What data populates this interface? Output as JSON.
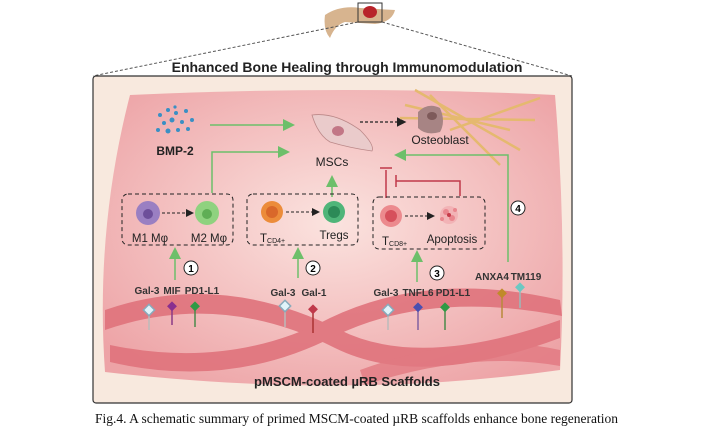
{
  "title": "Enhanced Bone Healing through Immunomodulation",
  "labels": {
    "bmp2": "BMP-2",
    "mscs": "MSCs",
    "osteoblast": "Osteoblast",
    "m1": "M1 Mφ",
    "m2": "M2 Mφ",
    "tcd4_main": "T",
    "tcd4_sub": "CD4+",
    "tregs": "Tregs",
    "tcd8_main": "T",
    "tcd8_sub": "CD8+",
    "apoptosis": "Apoptosis",
    "scaffold": "pMSCM-coated µRB Scaffolds"
  },
  "steps": [
    "1",
    "2",
    "3",
    "4"
  ],
  "factor_groups": [
    [
      "Gal-3",
      "MIF",
      "PD1-L1"
    ],
    [
      "Gal-3",
      "Gal-1"
    ],
    [
      "Gal-3",
      "TNFL6",
      "PD1-L1"
    ],
    [
      "ANXA4",
      "TM119"
    ]
  ],
  "caption": "Fig.4. A schematic summary of primed MSCM-coated µRB scaffolds enhance bone regeneration",
  "colors": {
    "green_arrow": "#6dbf6a",
    "inhibit": "#c0394a",
    "ribbon": "#e0737c",
    "background": "#f8e9de"
  }
}
